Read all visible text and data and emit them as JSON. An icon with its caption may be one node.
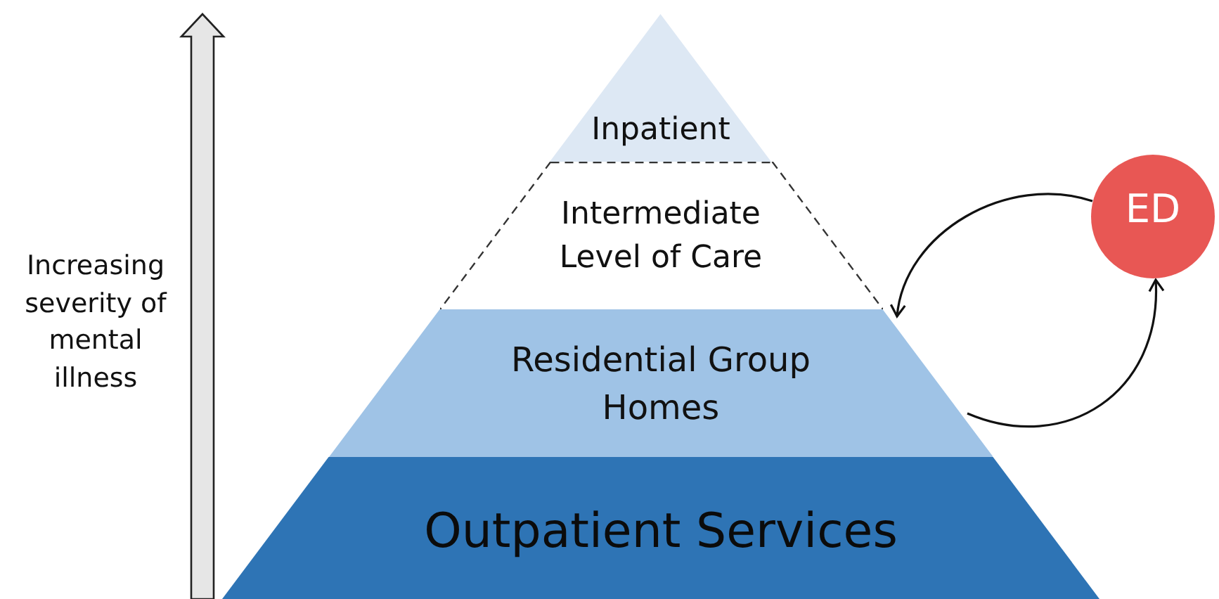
{
  "diagram": {
    "nodes": [
      {
        "text": [
          "Inpatient"
        ]
      },
      {
        "text": [
          "Intermediate Level of Care"
        ]
      },
      {
        "text": [
          "Residential Group Homes"
        ]
      },
      {
        "text": [
          "Outpatient Services"
        ]
      },
      {
        "text": [
          "ED"
        ]
      }
    ],
    "edges": [
      {
        "from": 4,
        "to": 2,
        "arrow": "to"
      },
      {
        "from": 2,
        "to": 4,
        "arrow": "to"
      }
    ],
    "labels": [
      "Increasing severity of mental illness"
    ]
  }
}
